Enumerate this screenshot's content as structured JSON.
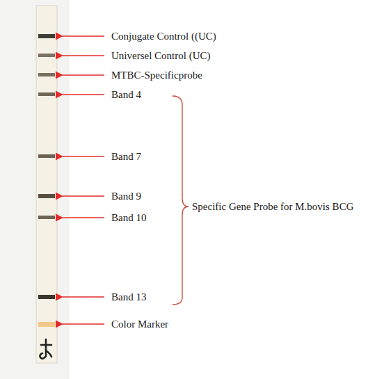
{
  "diagram": {
    "labels": [
      "Conjugate Control ((UC)",
      "Universel Control (UC)",
      "MTBC-Specificprobe",
      "Band 4",
      "Band 7",
      "Band 9",
      "Band 10",
      "Band 13",
      "Color Marker",
      "Specific Gene Probe for M.bovis BCG"
    ]
  }
}
